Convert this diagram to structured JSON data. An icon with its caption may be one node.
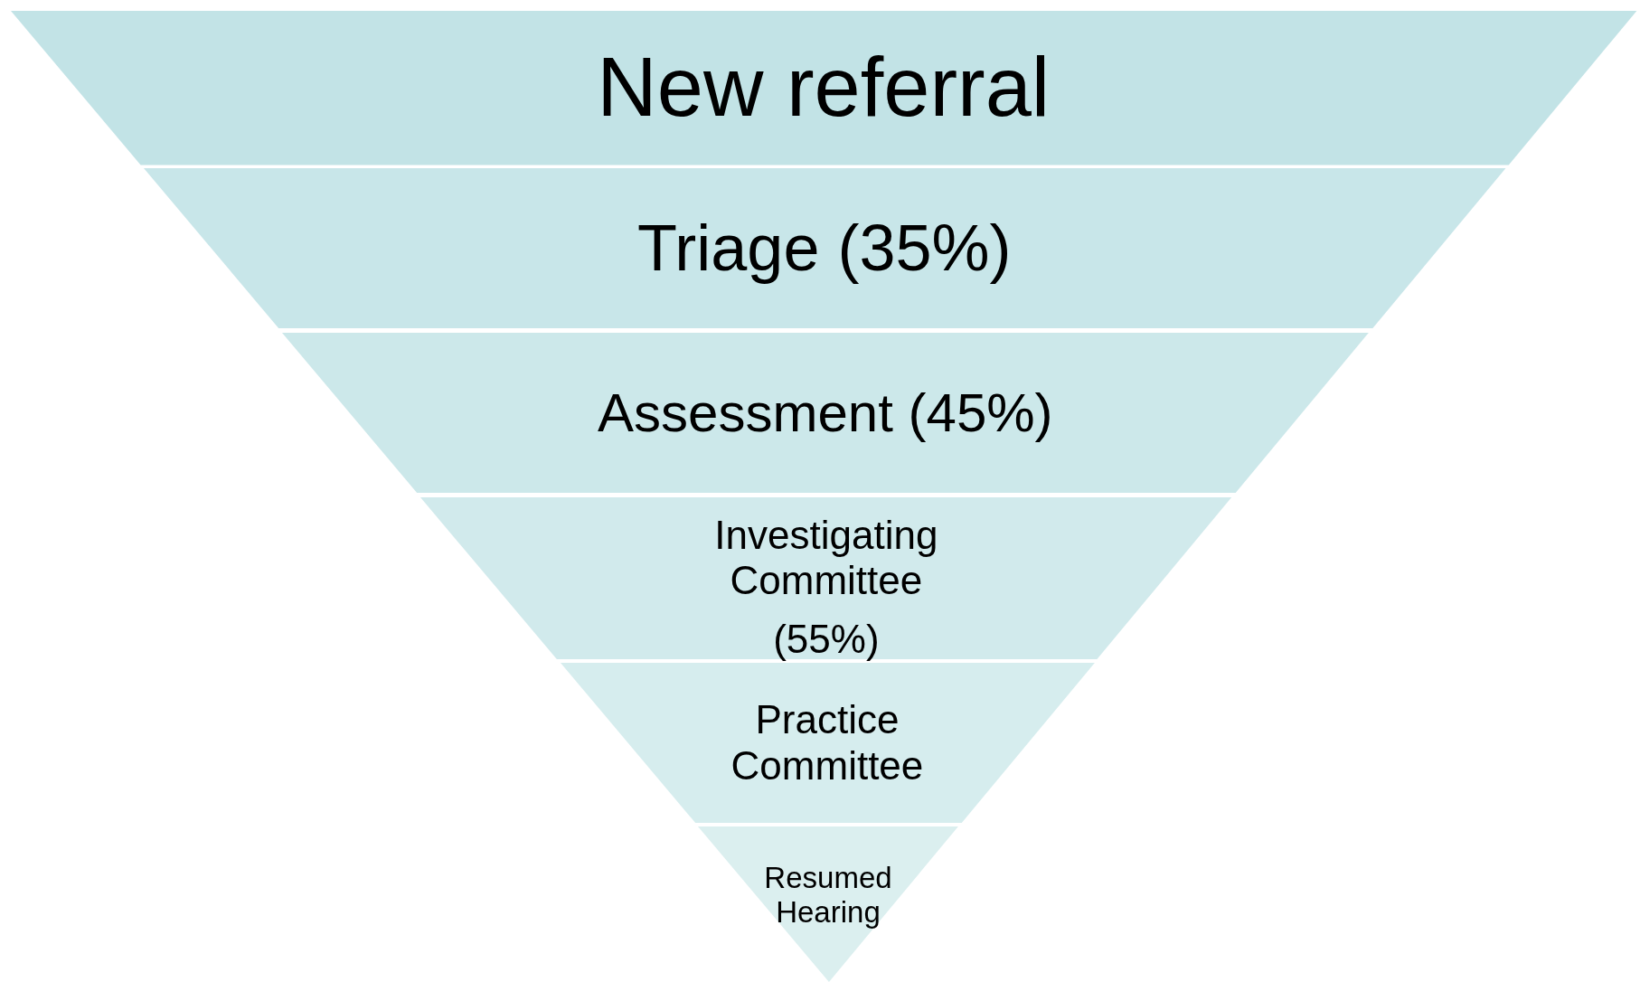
{
  "diagram": {
    "nodes": [
      {
        "text": [
          "New referral"
        ]
      },
      {
        "text": [
          "Triage (35%)"
        ]
      },
      {
        "text": [
          "Assessment (45%)"
        ]
      },
      {
        "text": [
          "Investigating Committee",
          "(55%)"
        ]
      },
      {
        "text": [
          "Practice Committee"
        ]
      },
      {
        "text": [
          "Resumed Hearing"
        ]
      }
    ]
  }
}
